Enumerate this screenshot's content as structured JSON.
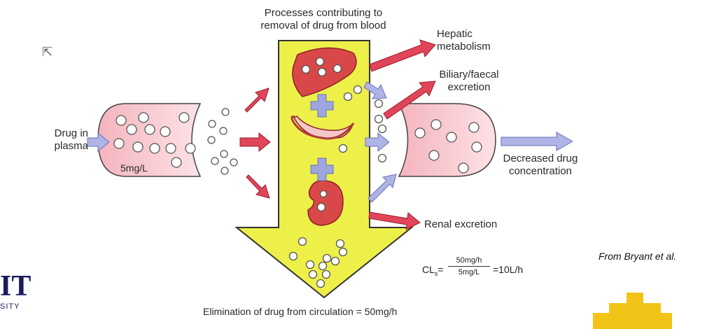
{
  "labels": {
    "top_title_line1": "Processes contributing to",
    "top_title_line2": "removal of drug from blood",
    "drug_in_line1": "Drug in",
    "drug_in_line2": "plasma",
    "concentration": "5mg/L",
    "hepatic_line1": "Hepatic",
    "hepatic_line2": "metabolism",
    "biliary_line1": "Biliary/faecal",
    "biliary_line2": "excretion",
    "decreased_line1": "Decreased drug",
    "decreased_line2": "concentration",
    "renal": "Renal excretion",
    "elimination": "Elimination of drug from circulation = 50mg/h"
  },
  "formula": {
    "lhs": "CL",
    "subscript": "s",
    "equals": "=",
    "numerator": "50mg/h",
    "denominator": "5mg/L",
    "result": "=10L/h"
  },
  "source": "From Bryant et al.",
  "logo": {
    "mark": "IT",
    "sub": "SITY"
  },
  "colors": {
    "yellow_arrow": "#eef04a",
    "organ_red": "#d94848",
    "tube_pink": "#f7c3ca",
    "red_arrow": "#e0455a",
    "blue_arrow": "#aeb4e6",
    "logo_yellow": "#f2c418",
    "logo_navy": "#1b1b5e"
  }
}
